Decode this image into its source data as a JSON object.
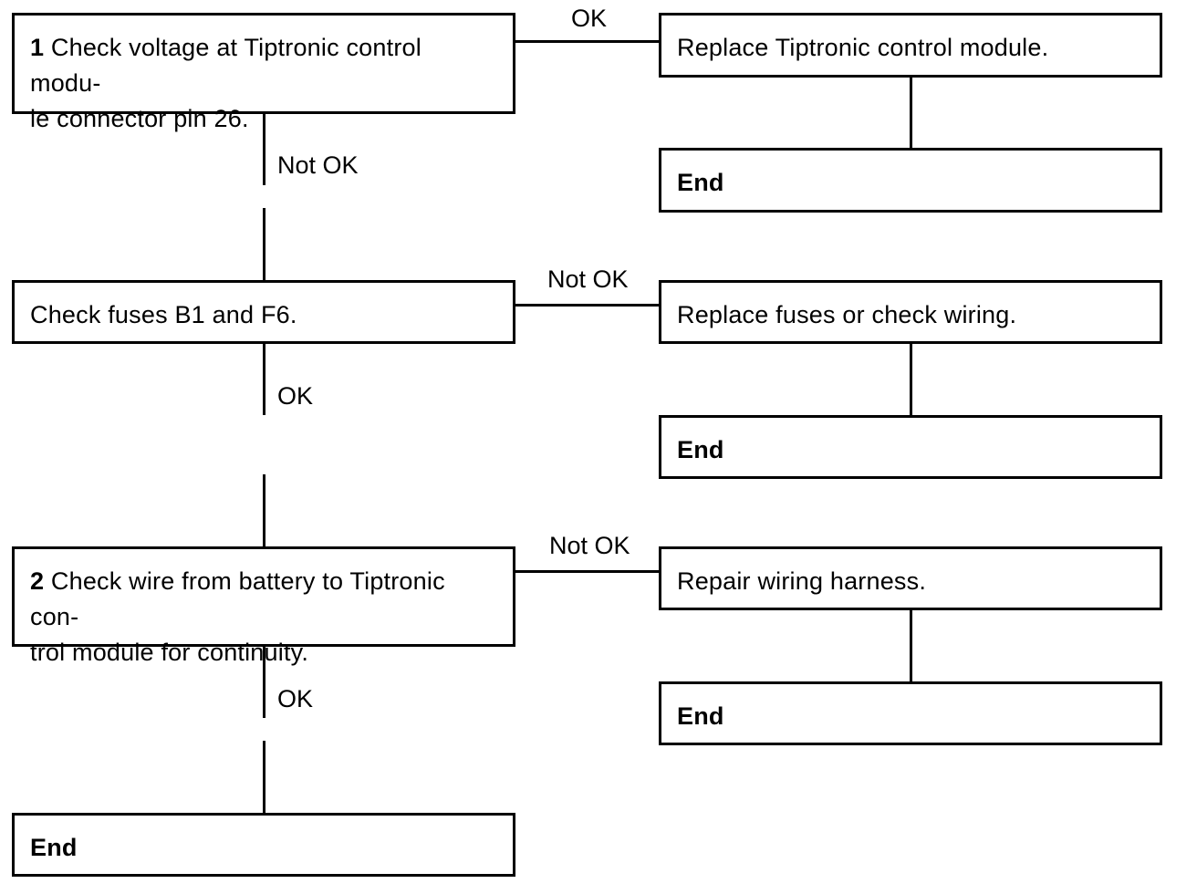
{
  "flowchart": {
    "step1": {
      "number": "1",
      "text_line1": "Check voltage at Tiptronic control modu-",
      "text_line2": "le connector pin 26."
    },
    "check_fuses": {
      "text": "Check fuses B1 and F6."
    },
    "step2": {
      "number": "2",
      "text_line1": "Check wire from battery to Tiptronic con-",
      "text_line2": "trol module for continuity."
    },
    "replace_module": {
      "text": "Replace Tiptronic control module."
    },
    "replace_fuses": {
      "text": "Replace fuses or check wiring."
    },
    "repair_harness": {
      "text": "Repair wiring harness."
    },
    "end_label": "End",
    "labels": {
      "step1_ok": "OK",
      "step1_not_ok": "Not OK",
      "fuses_not_ok": "Not OK",
      "fuses_ok": "OK",
      "step2_not_ok": "Not OK",
      "step2_ok": "OK"
    }
  }
}
